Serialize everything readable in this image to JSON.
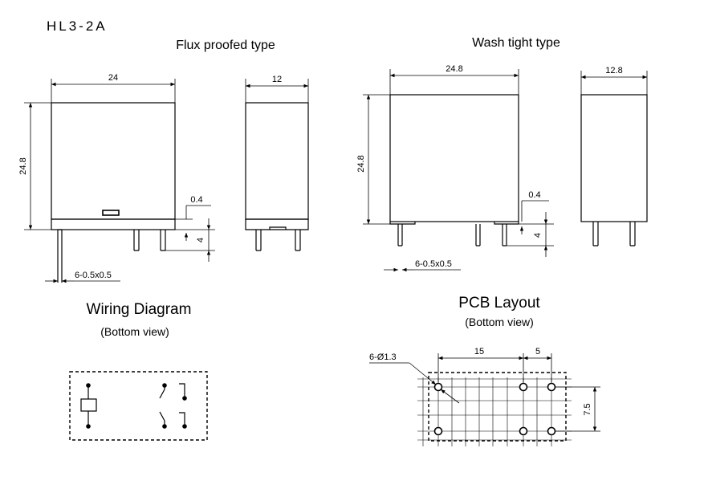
{
  "model": "HL3-2A",
  "flux": {
    "title": "Flux proofed type",
    "width": "24",
    "height": "24.8",
    "side_width": "12",
    "gap": "0.4",
    "pin_len": "4",
    "pin": "6-0.5x0.5"
  },
  "wash": {
    "title": "Wash tight type",
    "width": "24.8",
    "height": "24.8",
    "side_width": "12.8",
    "gap": "0.4",
    "pin_len": "4",
    "pin": "6-0.5x0.5"
  },
  "wiring": {
    "title": "Wiring Diagram",
    "subtitle": "(Bottom view)"
  },
  "pcb": {
    "title": "PCB Layout",
    "subtitle": "(Bottom view)",
    "hole": "6-Ø1.3",
    "dim_a": "15",
    "dim_b": "5",
    "dim_c": "7.5"
  }
}
